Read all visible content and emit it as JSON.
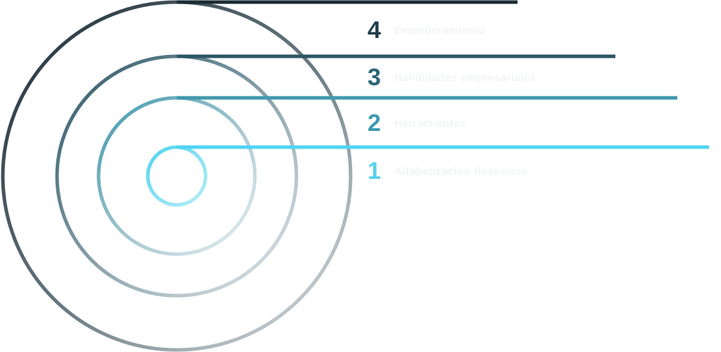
{
  "levels": [
    {
      "number": "4",
      "label": "Empoderamiento",
      "color": "#1d3d4d"
    },
    {
      "number": "3",
      "label": "Habilidades empresariales",
      "color": "#2b6478"
    },
    {
      "number": "2",
      "label": "Herramientas",
      "color": "#3a9bb0"
    },
    {
      "number": "1",
      "label": "Alfabetización financiera",
      "color": "#55d1ee"
    }
  ],
  "colors": {
    "ring_4": "#1b2b33",
    "ring_3": "#2c5666",
    "ring_2": "#3f99ae",
    "ring_1": "#4fd4f2",
    "fade": "#d5dde0"
  }
}
